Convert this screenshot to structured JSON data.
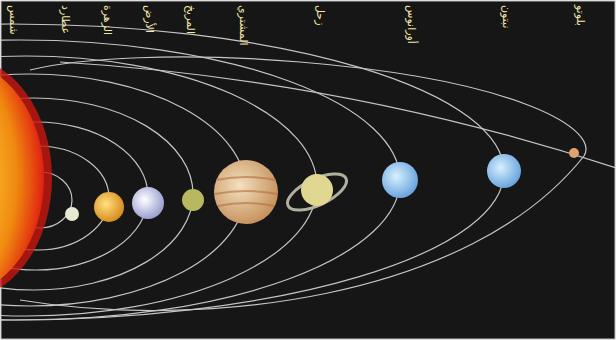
{
  "diagram": {
    "labels": [
      "شمس",
      "عطارد",
      "الزهرة",
      "الأرض",
      "المريخ",
      "المشتري",
      "زحل",
      "أورانوس",
      "نبتون",
      "بلوتو"
    ]
  }
}
